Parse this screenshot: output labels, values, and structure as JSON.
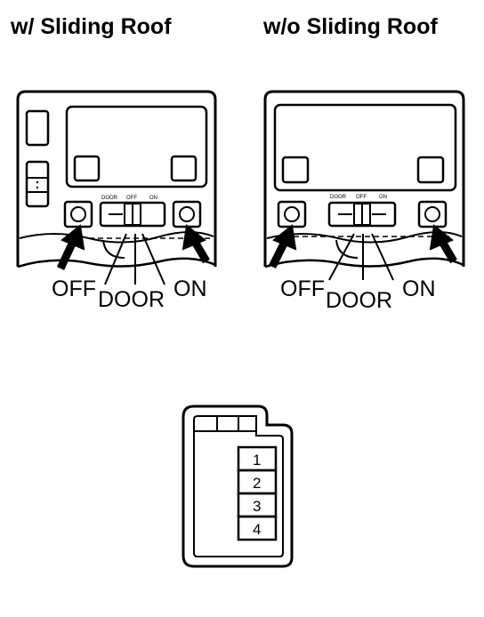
{
  "panels": {
    "with_roof": {
      "title": "w/ Sliding Roof",
      "switch_labels": [
        "DOOR",
        "OFF",
        "ON"
      ],
      "callouts": {
        "off": "OFF",
        "door": "DOOR",
        "on": "ON"
      }
    },
    "without_roof": {
      "title": "w/o Sliding Roof",
      "switch_labels": [
        "DOOR",
        "OFF",
        "ON"
      ],
      "callouts": {
        "off": "OFF",
        "door": "DOOR",
        "on": "ON"
      }
    }
  },
  "connector": {
    "pins": [
      "1",
      "2",
      "3",
      "4"
    ]
  }
}
